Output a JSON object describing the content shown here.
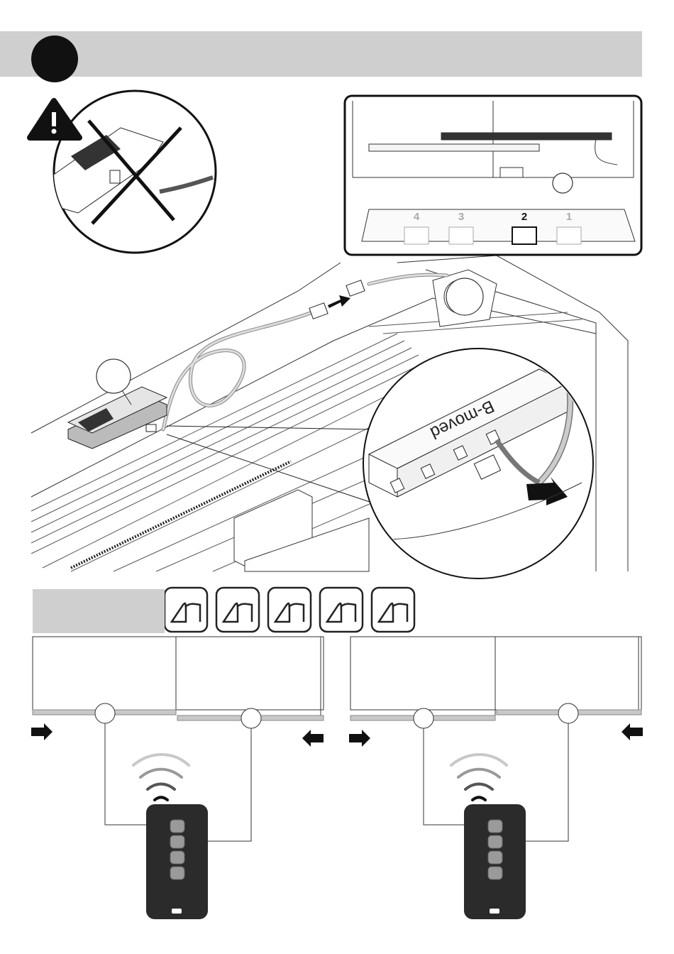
{
  "top": {
    "step_marker": "",
    "warning_icon": "warning-triangle-icon",
    "prohibited_icon": "prohibition-cross-icon"
  },
  "inset": {
    "slots": [
      "4",
      "3",
      "2",
      "1"
    ],
    "active_slot": "2"
  },
  "device": {
    "brand_text": "B-moved",
    "port_numbers": [
      "4",
      "3",
      "2",
      "1"
    ]
  },
  "manual_icons": [
    "book-icon",
    "book-icon",
    "book-icon",
    "book-icon",
    "book-icon"
  ],
  "remote": {
    "buttons": 4,
    "signal_icon": "radio-waves-icon"
  },
  "colors": {
    "band": "#cfcfcf",
    "dark": "#111111",
    "remote": "#2b2b2b",
    "button": "#9a9a9a"
  }
}
